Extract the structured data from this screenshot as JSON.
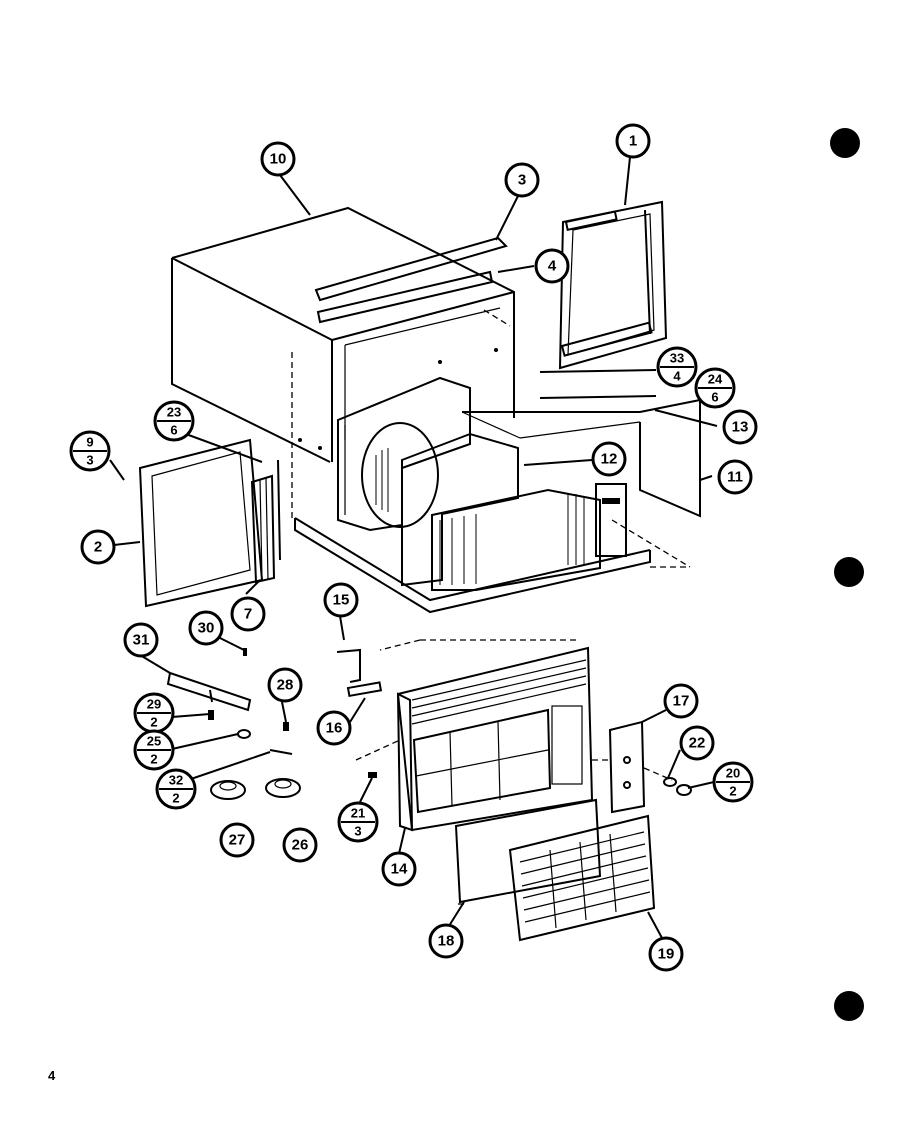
{
  "page_number": "4",
  "callouts": [
    {
      "top": "1"
    },
    {
      "top": "2"
    },
    {
      "top": "3"
    },
    {
      "top": "4"
    },
    {
      "top": "7"
    },
    {
      "top": "10"
    },
    {
      "top": "11"
    },
    {
      "top": "12"
    },
    {
      "top": "13"
    },
    {
      "top": "14"
    },
    {
      "top": "15"
    },
    {
      "top": "16"
    },
    {
      "top": "17"
    },
    {
      "top": "18"
    },
    {
      "top": "19"
    },
    {
      "top": "22"
    },
    {
      "top": "26"
    },
    {
      "top": "27"
    },
    {
      "top": "28"
    },
    {
      "top": "30"
    },
    {
      "top": "31"
    },
    {
      "top": "9",
      "bottom": "3"
    },
    {
      "top": "23",
      "bottom": "6"
    },
    {
      "top": "33",
      "bottom": "4"
    },
    {
      "top": "24",
      "bottom": "6"
    },
    {
      "top": "29",
      "bottom": "2"
    },
    {
      "top": "25",
      "bottom": "2"
    },
    {
      "top": "32",
      "bottom": "2"
    },
    {
      "top": "21",
      "bottom": "3"
    },
    {
      "top": "20",
      "bottom": "2"
    }
  ]
}
